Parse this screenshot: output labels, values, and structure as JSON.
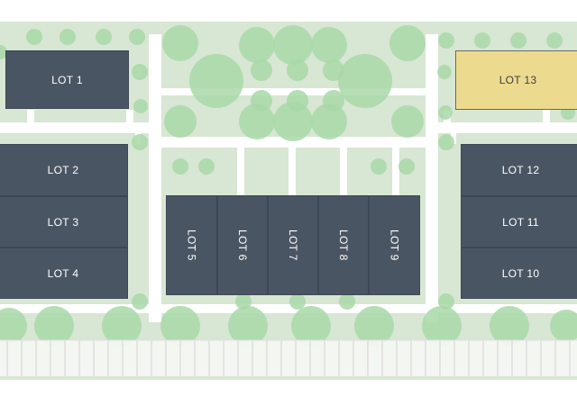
{
  "colors": {
    "lot_fill": "#4a5563",
    "lot_fill_highlight": "#ecdb8e",
    "lot_label": "#ffffff",
    "lot_label_highlight": "#3d3d3d",
    "green_space": "#d8e6d4",
    "tree": "#a9d8a8",
    "path": "#ffffff"
  },
  "lots": [
    {
      "id": "lot-1",
      "label": "LOT 1"
    },
    {
      "id": "lot-2",
      "label": "LOT 2"
    },
    {
      "id": "lot-3",
      "label": "LOT 3"
    },
    {
      "id": "lot-4",
      "label": "LOT 4"
    },
    {
      "id": "lot-5",
      "label": "LOT 5"
    },
    {
      "id": "lot-6",
      "label": "LOT 6"
    },
    {
      "id": "lot-7",
      "label": "LOT 7"
    },
    {
      "id": "lot-8",
      "label": "LOT 8"
    },
    {
      "id": "lot-9",
      "label": "LOT 9"
    },
    {
      "id": "lot-10",
      "label": "LOT 10"
    },
    {
      "id": "lot-11",
      "label": "LOT 11"
    },
    {
      "id": "lot-12",
      "label": "LOT 12"
    },
    {
      "id": "lot-13",
      "label": "LOT 13",
      "highlighted": true
    }
  ]
}
